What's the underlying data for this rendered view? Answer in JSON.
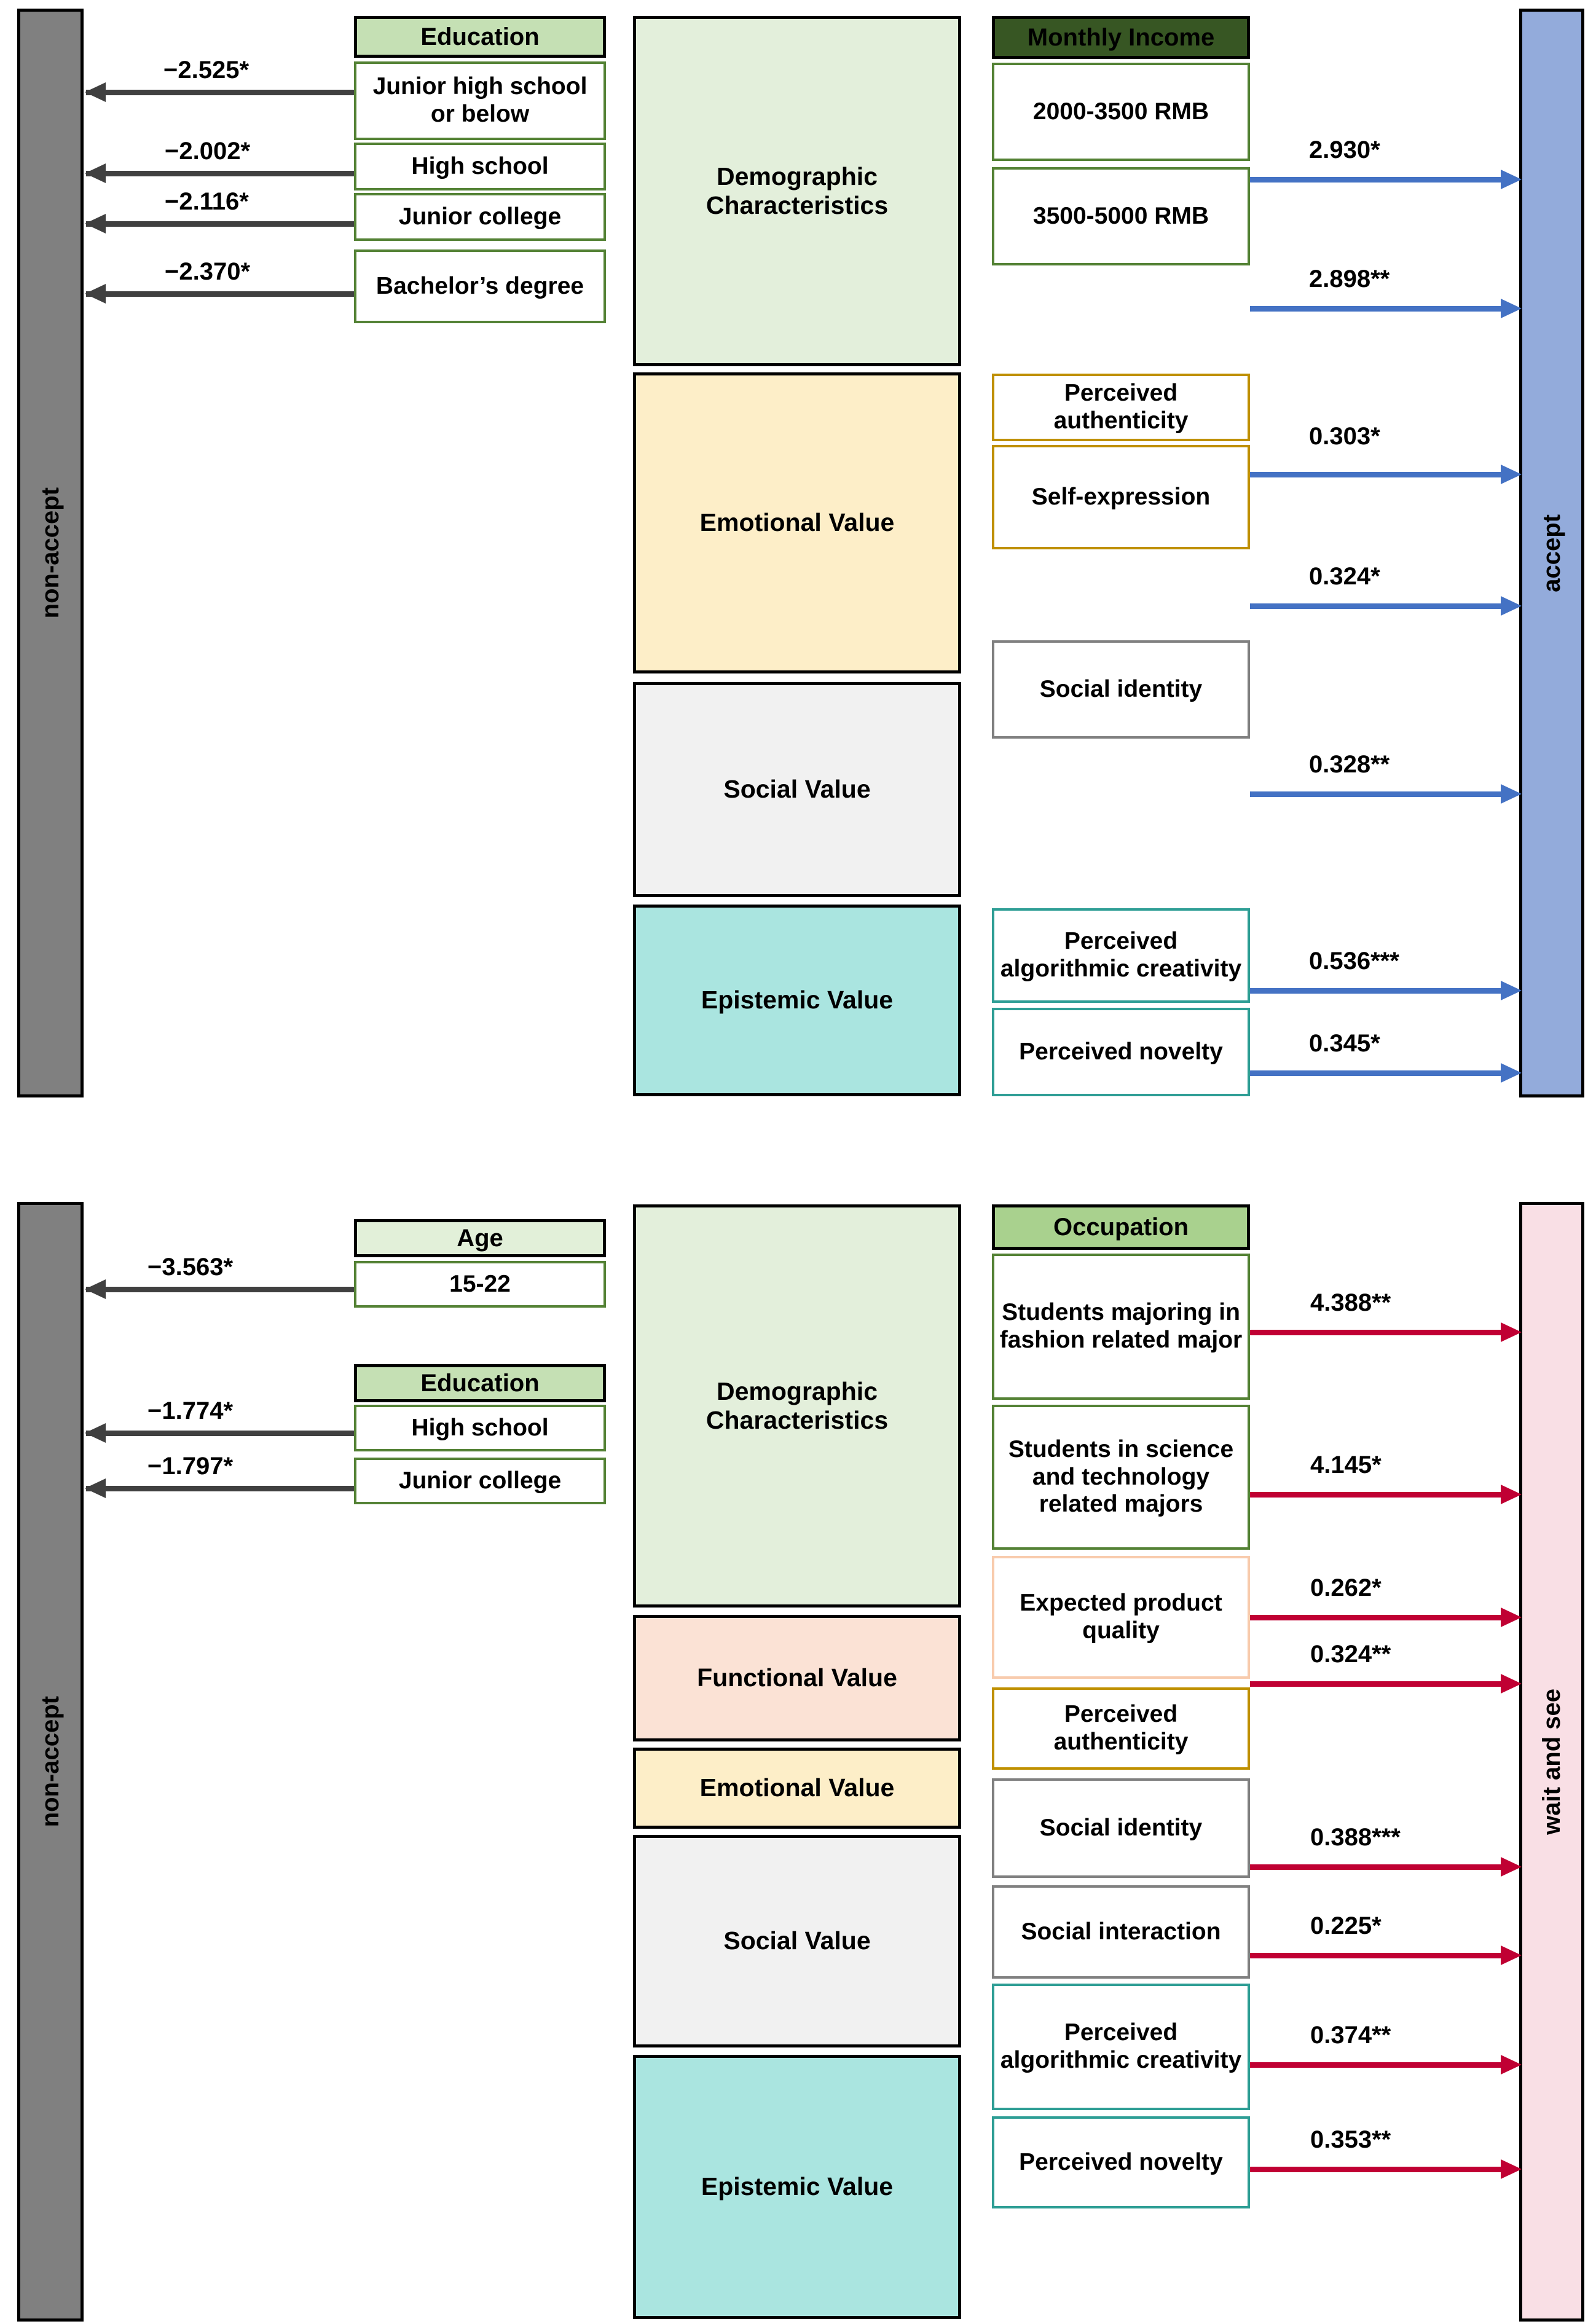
{
  "colors": {
    "non_accept_bar": "#808080",
    "accept_bar": "#93abdb",
    "wait_and_see_bar": "#f9dfe5",
    "demographic_block": "#e3efdb",
    "functional_block": "#fbe2d5",
    "emotional_block": "#fdeec8",
    "social_block": "#f1f1f1",
    "epistemic_block": "#aae5e0",
    "education_header": "#c5e0b4",
    "age_header": "#e2f0d9",
    "occupation_header": "#a9d18e",
    "monthly_income_header": "#375623",
    "negative_arrow": "#404040",
    "accept_arrow": "#4472c4",
    "wait_arrow": "#c00033"
  },
  "panel_top": {
    "outcome_left": "non-accept",
    "outcome_right": "accept",
    "left_group": {
      "header": "Education",
      "items": [
        {
          "label": "Junior high school or below",
          "coefficient": "−2.525*"
        },
        {
          "label": "High school",
          "coefficient": "−2.002*"
        },
        {
          "label": "Junior college",
          "coefficient": "−2.116*"
        },
        {
          "label": "Bachelor’s degree",
          "coefficient": "−2.370*"
        }
      ]
    },
    "categories": [
      {
        "label": "Demographic Characteristics"
      },
      {
        "label": "Emotional Value"
      },
      {
        "label": "Social Value"
      },
      {
        "label": "Epistemic Value"
      }
    ],
    "right_header": "Monthly Income",
    "right_items": [
      {
        "label": "2000-3500 RMB",
        "coefficient": "2.930*"
      },
      {
        "label": "3500-5000 RMB",
        "coefficient": "2.898**"
      },
      {
        "label": "Perceived authenticity",
        "coefficient": "0.303*"
      },
      {
        "label": "Self-expression",
        "coefficient": "0.324*"
      },
      {
        "label": "Social identity",
        "coefficient": "0.328**"
      },
      {
        "label": "Perceived algorithmic creativity",
        "coefficient": "0.536***"
      },
      {
        "label": "Perceived novelty",
        "coefficient": "0.345*"
      }
    ]
  },
  "panel_bottom": {
    "outcome_left": "non-accept",
    "outcome_right": "wait and see",
    "left_groups": [
      {
        "header": "Age",
        "items": [
          {
            "label": "15-22",
            "coefficient": "−3.563*"
          }
        ]
      },
      {
        "header": "Education",
        "items": [
          {
            "label": "High school",
            "coefficient": "−1.774*"
          },
          {
            "label": "Junior college",
            "coefficient": "−1.797*"
          }
        ]
      }
    ],
    "categories": [
      {
        "label": "Demographic Characteristics"
      },
      {
        "label": "Functional Value"
      },
      {
        "label": "Emotional Value"
      },
      {
        "label": "Social Value"
      },
      {
        "label": "Epistemic Value"
      }
    ],
    "right_header": "Occupation",
    "right_items": [
      {
        "label": "Students majoring in fashion related major",
        "coefficient": "4.388**"
      },
      {
        "label": "Students in science and technology related majors",
        "coefficient": "4.145*"
      },
      {
        "label": "Expected product quality",
        "coefficient": "0.262*"
      },
      {
        "label": "Perceived authenticity",
        "coefficient": "0.324**"
      },
      {
        "label": "Social identity",
        "coefficient": "0.388***"
      },
      {
        "label": "Social interaction",
        "coefficient": "0.225*"
      },
      {
        "label": "Perceived algorithmic creativity",
        "coefficient": "0.374**"
      },
      {
        "label": "Perceived novelty",
        "coefficient": "0.353**"
      }
    ]
  }
}
